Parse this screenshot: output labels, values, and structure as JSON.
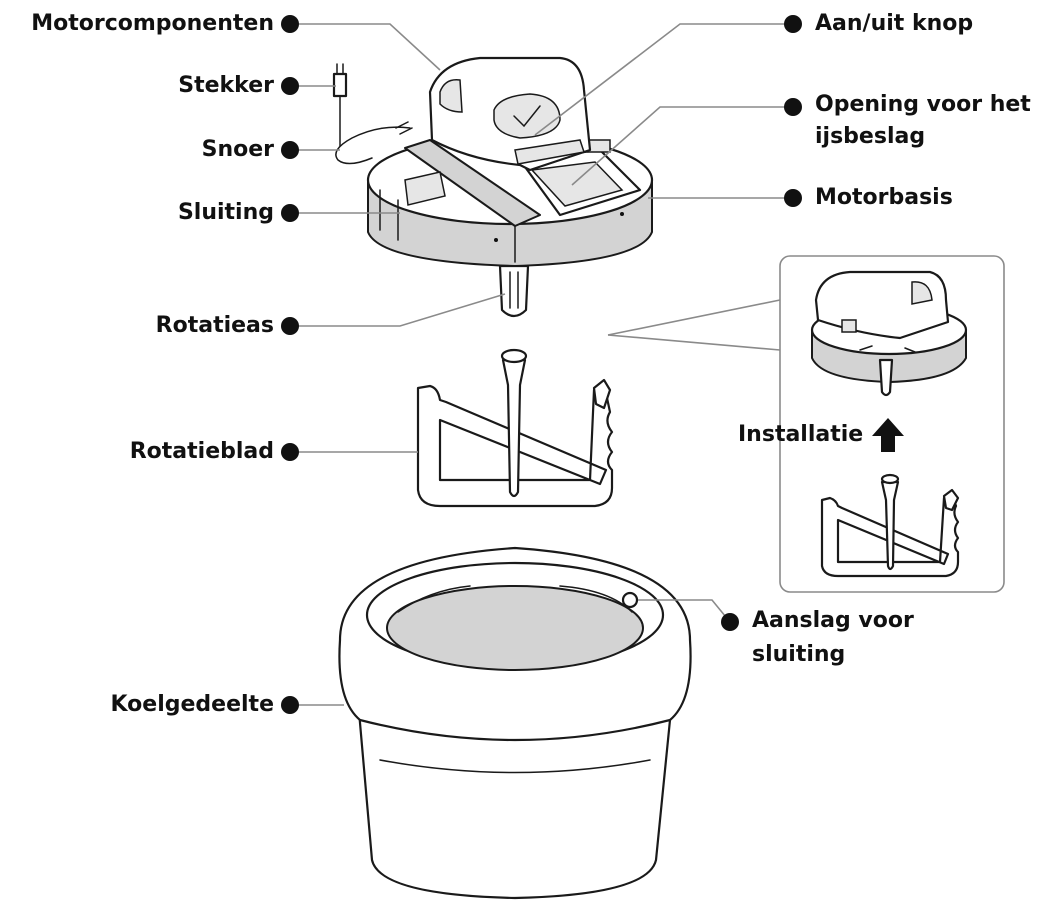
{
  "labels": {
    "motorcomponenten": "Motorcomponenten",
    "stekker": "Stekker",
    "snoer": "Snoer",
    "sluiting": "Sluiting",
    "rotatieas": "Rotatieas",
    "rotatieblad": "Rotatieblad",
    "koelgedeelte": "Koelgedeelte",
    "aan_uit_knop": "Aan/uit knop",
    "opening_line1": "Opening voor het",
    "opening_line2": "ijsbeslag",
    "motorbasis": "Motorbasis",
    "installatie": "Installatie",
    "aanslag_line1": "Aanslag voor",
    "aanslag_line2": "sluiting"
  },
  "colors": {
    "ink": "#1a1a1a",
    "shade": "#d3d3d3",
    "leader": "#8a8a8a"
  },
  "icons": {
    "installatie_arrow": "arrow-up-icon"
  }
}
